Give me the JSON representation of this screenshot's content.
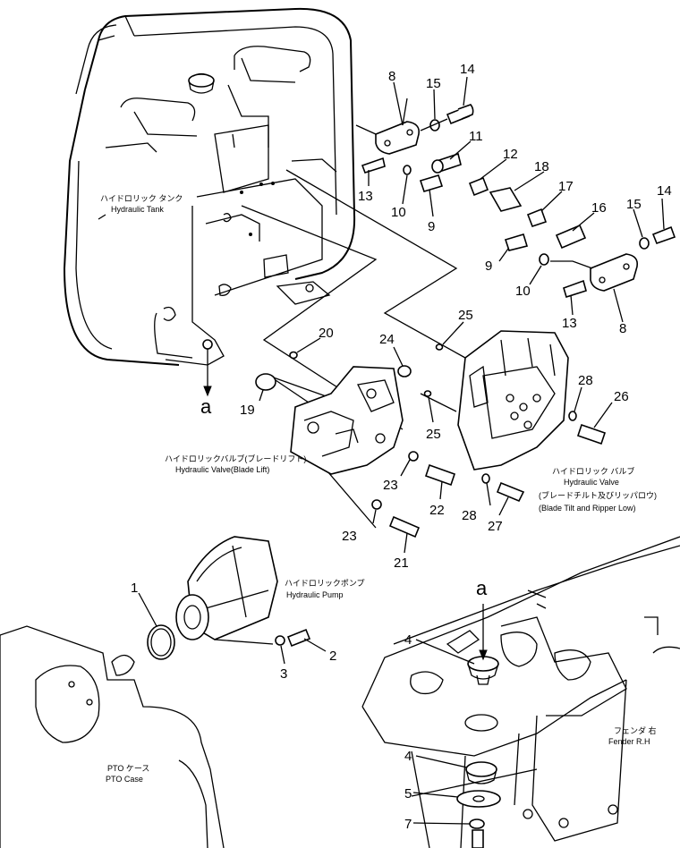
{
  "parts": {
    "p1": "1",
    "p2": "2",
    "p3": "3",
    "p4a": "4",
    "p4b": "4",
    "p5": "5",
    "p7": "7",
    "p8a": "8",
    "p8b": "8",
    "p9a": "9",
    "p9b": "9",
    "p10a": "10",
    "p10b": "10",
    "p11": "11",
    "p12": "12",
    "p13a": "13",
    "p13b": "13",
    "p14a": "14",
    "p14b": "14",
    "p15a": "15",
    "p15b": "15",
    "p16": "16",
    "p17": "17",
    "p18": "18",
    "p19": "19",
    "p20": "20",
    "p21": "21",
    "p22": "22",
    "p23a": "23",
    "p23b": "23",
    "p24": "24",
    "p25a": "25",
    "p25b": "25",
    "p26": "26",
    "p27": "27",
    "p28a": "28",
    "p28b": "28"
  },
  "refs": {
    "top": "a",
    "bottom": "a"
  },
  "labels": {
    "tank_jp": "ハイドロリック タンク",
    "tank_en": "Hydraulic Tank",
    "valve_lift_jp": "ハイドロリックバルブ(ブレードリフト)",
    "valve_lift_en": "Hydraulic Valve(Blade Lift)",
    "valve_tilt_jp": "ハイドロリック バルブ",
    "valve_tilt_en1": "Hydraulic Valve",
    "valve_tilt_jp2": "(ブレードチルト及びリッパロウ)",
    "valve_tilt_en2": "(Blade Tilt and Ripper Low)",
    "pump_jp": "ハイドロリックポンプ",
    "pump_en": "Hydraulic Pump",
    "fender_jp": "フェンダ 右",
    "fender_en": "Fender R.H",
    "pto_jp": "PTO ケース",
    "pto_en": "PTO Case"
  }
}
